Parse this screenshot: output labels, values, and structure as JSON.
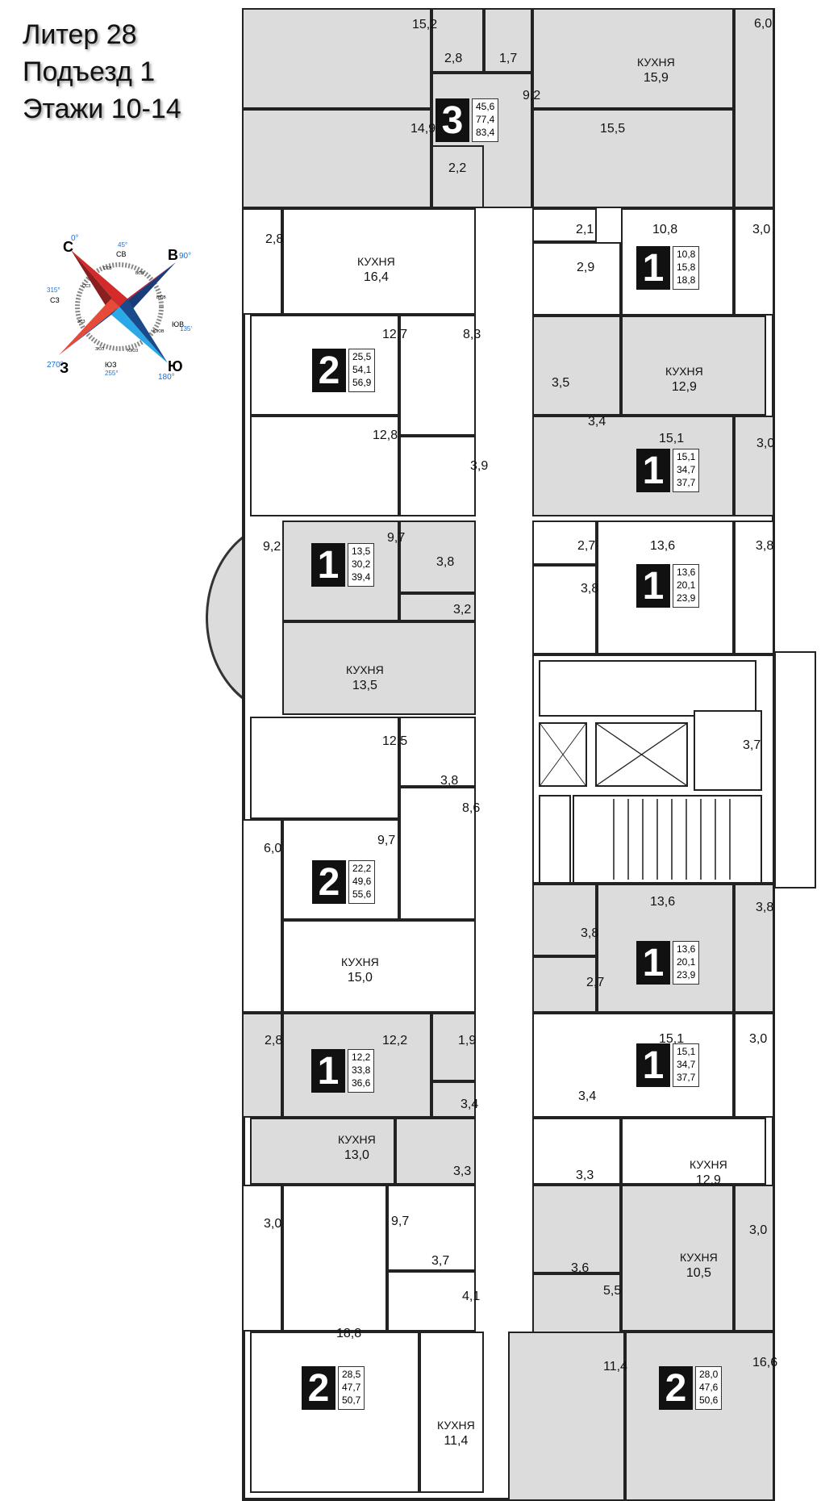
{
  "header": {
    "lines": [
      "Литер 28",
      "Подъезд 1",
      "Этажи 10-14"
    ]
  },
  "kitchen_word": "КУХНЯ",
  "compass": {
    "main": [
      {
        "dir": "С",
        "deg": "0°"
      },
      {
        "dir": "В",
        "deg": "90°"
      },
      {
        "dir": "Ю",
        "deg": "180°"
      },
      {
        "dir": "З",
        "deg": "270°"
      }
    ],
    "inter": [
      {
        "dir": "СВ",
        "deg": "45°"
      },
      {
        "dir": "ЮВ",
        "deg": "135°"
      },
      {
        "dir": "ЮЗ",
        "deg": "255°"
      },
      {
        "dir": "СЗ",
        "deg": "315°"
      }
    ],
    "minor": [
      "ССВ",
      "ВСВ",
      "ВЮВ",
      "ЮЮВ",
      "ЮЮЗ",
      "ЗЮЗ",
      "ЗСЗ",
      "ССЗ"
    ],
    "colors": {
      "north": "#d42a2a",
      "east": "#1a4a8a",
      "south": "#2aa0e0",
      "west": "#e03a3a",
      "deg": "#1a6fd0"
    }
  },
  "apartments": [
    {
      "rooms": "3",
      "areas": [
        "45,6",
        "77,4",
        "83,4"
      ],
      "labels": [
        "15,2",
        "2,8",
        "1,7",
        "9,2",
        "14,9",
        "2,2",
        {
          "kitchen": "15,9"
        },
        "15,5",
        "6,0"
      ]
    },
    {
      "rooms": "2",
      "areas": [
        "25,5",
        "54,1",
        "56,9"
      ],
      "labels": [
        "2,8",
        {
          "kitchen": "16,4"
        },
        "12,7",
        "8,3",
        "12,8",
        "3,9"
      ]
    },
    {
      "rooms": "1",
      "areas": [
        "13,5",
        "30,2",
        "39,4"
      ],
      "labels": [
        "9,2",
        "9,7",
        "3,8",
        "3,2",
        {
          "kitchen": "13,5"
        }
      ]
    },
    {
      "rooms": "2",
      "areas": [
        "22,2",
        "49,6",
        "55,6"
      ],
      "labels": [
        "12,5",
        "3,8",
        "8,6",
        "6,0",
        "9,7",
        {
          "kitchen": "15,0"
        }
      ]
    },
    {
      "rooms": "1",
      "areas": [
        "12,2",
        "33,8",
        "36,6"
      ],
      "labels": [
        "2,8",
        "12,2",
        "1,9",
        "3,4",
        {
          "kitchen": "13,0"
        },
        "3,3"
      ]
    },
    {
      "rooms": "2",
      "areas": [
        "28,5",
        "47,7",
        "50,7"
      ],
      "labels": [
        "3,0",
        "9,7",
        "3,7",
        "4,1",
        "18,8",
        {
          "kitchen": "11,4"
        }
      ]
    },
    {
      "rooms": "1",
      "areas": [
        "10,8",
        "15,8",
        "18,8"
      ],
      "labels": [
        "2,1",
        "10,8",
        "3,0",
        "2,9"
      ]
    },
    {
      "rooms": "1",
      "areas": [
        "15,1",
        "34,7",
        "37,7"
      ],
      "labels": [
        {
          "kitchen": "12,9"
        },
        "3,5",
        "3,4",
        "15,1",
        "3,0"
      ]
    },
    {
      "rooms": "1",
      "areas": [
        "13,6",
        "20,1",
        "23,9"
      ],
      "labels": [
        "2,7",
        "13,6",
        "3,8",
        "3,8"
      ]
    },
    {
      "rooms": "1",
      "areas": [
        "13,6",
        "20,1",
        "23,9"
      ],
      "labels": [
        "13,6",
        "3,8",
        "3,8",
        "2,7"
      ]
    },
    {
      "rooms": "1",
      "areas": [
        "15,1",
        "34,7",
        "37,7"
      ],
      "labels": [
        "15,1",
        "3,0",
        "3,4",
        "3,3",
        {
          "kitchen": "12,9"
        }
      ]
    },
    {
      "rooms": "2",
      "areas": [
        "28,0",
        "47,6",
        "50,6"
      ],
      "labels": [
        "3,6",
        {
          "kitchen": "10,5"
        },
        "3,0",
        "5,5",
        "11,4",
        "16,6"
      ]
    }
  ],
  "core": {
    "labels": [
      "3,7"
    ]
  }
}
